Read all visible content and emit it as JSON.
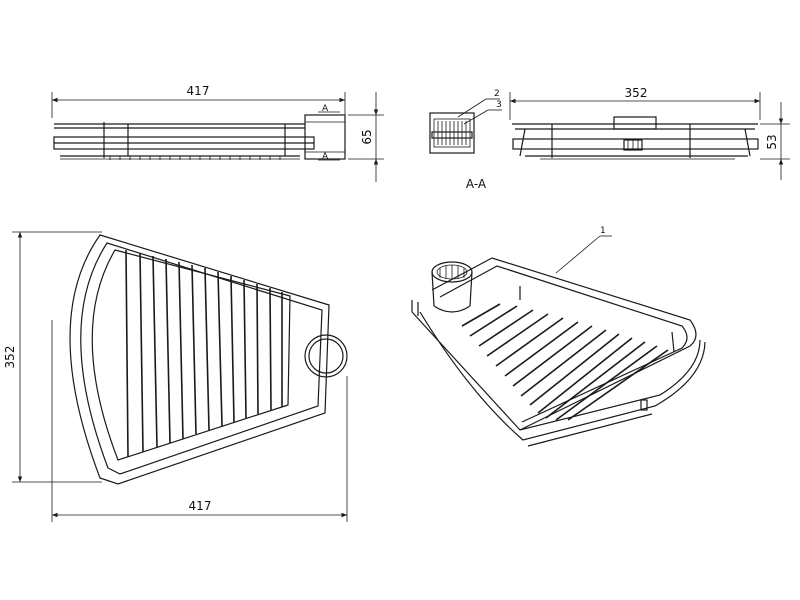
{
  "dimensions": {
    "front_width": "417",
    "front_height": "65",
    "side_width": "352",
    "side_height": "53",
    "plan_height": "352",
    "plan_width": "417"
  },
  "section": {
    "label": "A-A",
    "marker_top": "A",
    "marker_bottom": "A"
  },
  "callouts": {
    "part_1": "1",
    "part_2": "2",
    "part_3": "3"
  }
}
